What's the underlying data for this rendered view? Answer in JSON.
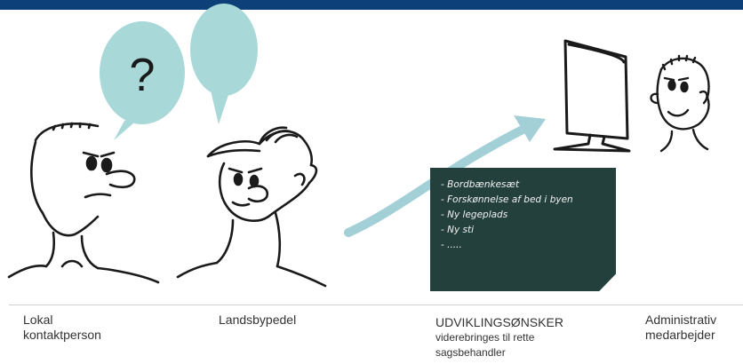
{
  "colors": {
    "header_bar": "#0d3f78",
    "speech_bubble": "#a9d8d8",
    "arrow": "#a3cfd6",
    "note_background": "#23403d"
  },
  "bubbles": {
    "question_mark": "?"
  },
  "note": {
    "items": [
      "- Bordbænkesæt",
      "- Forskønnelse af bed i byen",
      "- Ny legeplads",
      "- Ny sti",
      "- ....."
    ]
  },
  "captions": {
    "local_contact": [
      "Lokal",
      "kontaktperson"
    ],
    "village_rep": "Landsbypedel",
    "wishes_title": "UDVIKLINGSØNSKER",
    "wishes_sub": [
      "viderebringes til rette",
      "sagsbehandler"
    ],
    "admin_staff": [
      "Administrativ",
      "medarbejder"
    ]
  },
  "icons": [
    "confused-man-icon",
    "cap-man-icon",
    "computer-monitor-icon",
    "smiling-man-icon",
    "curved-arrow-icon"
  ]
}
